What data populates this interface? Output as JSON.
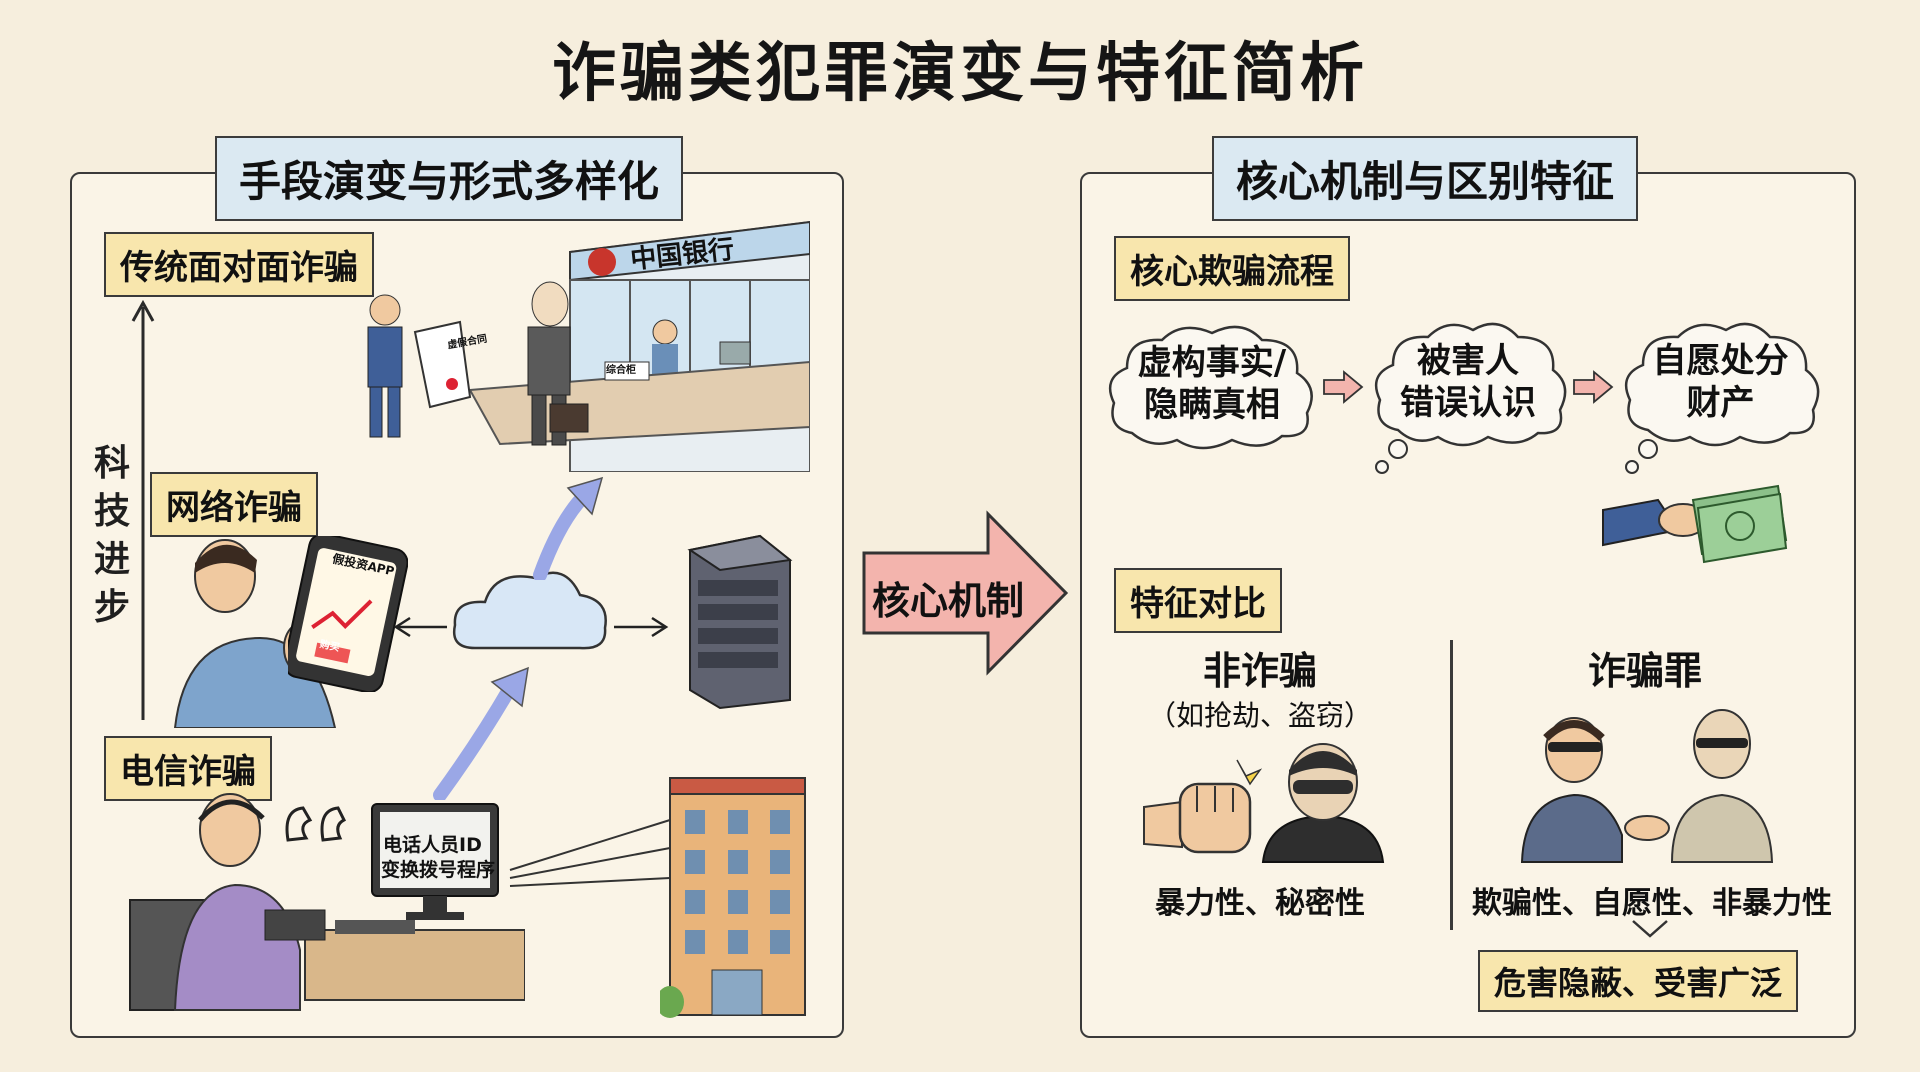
{
  "title": "诈骗类犯罪演变与特征简析",
  "left_panel": {
    "title": "手段演变与形式多样化",
    "axis_label_chars": [
      "科",
      "技",
      "进",
      "步"
    ],
    "stages": {
      "traditional": "传统面对面诈骗",
      "internet": "网络诈骗",
      "telecom": "电信诈骗"
    },
    "bank_sign": "中国银行",
    "bank_counter_sign": "综合柜",
    "document_title": "虚假合同",
    "phone_app_title": "假投资APP",
    "phone_button": "购买",
    "monitor_text_line1": "电话人员ID",
    "monitor_text_line2": "变换拨号程序"
  },
  "middle_arrow_label": "核心机制",
  "right_panel": {
    "title": "核心机制与区别特征",
    "process_heading": "核心欺骗流程",
    "process_steps": [
      {
        "line1": "虚构事实/",
        "line2": "隐瞒真相"
      },
      {
        "line1": "被害人",
        "line2": "错误认识"
      },
      {
        "line1": "自愿处分",
        "line2": "财产"
      }
    ],
    "compare_heading": "特征对比",
    "non_fraud": {
      "title": "非诈骗",
      "subtitle": "（如抢劫、盗窃）",
      "traits": "暴力性、秘密性"
    },
    "fraud": {
      "title": "诈骗罪",
      "traits": "欺骗性、自愿性、非暴力性",
      "consequence": "危害隐蔽、受害广泛"
    }
  },
  "colors": {
    "background": "#f6eedd",
    "panel_title_bg": "#dbe9f2",
    "tag_bg": "#f8e6ad",
    "arrow_fill": "#f3b4ad",
    "flow_arrow": "#9aa7e6"
  }
}
